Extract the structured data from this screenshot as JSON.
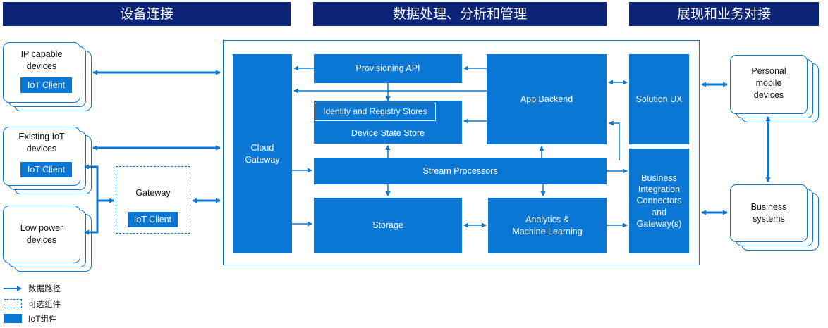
{
  "headers": {
    "device_connectivity": "设备连接",
    "data_processing": "数据处理、分析和管理",
    "presentation_business": "展现和业务对接"
  },
  "devices": {
    "ip_capable": "IP capable\ndevices",
    "existing_iot": "Existing IoT\ndevices",
    "low_power": "Low power\ndevices",
    "iot_client": "IoT Client"
  },
  "gateway": {
    "label": "Gateway",
    "iot_client": "IoT Client"
  },
  "core": {
    "cloud_gateway": "Cloud\nGateway",
    "provisioning_api": "Provisioning API",
    "identity_registry": "Identity and Registry Stores",
    "device_state_store": "Device State Store",
    "app_backend": "App Backend",
    "stream_processors": "Stream Processors",
    "storage": "Storage",
    "analytics_ml": "Analytics &\nMachine Learning"
  },
  "presentation": {
    "solution_ux": "Solution UX",
    "business_integration": "Business\nIntegration\nConnectors\nand\nGateway(s)"
  },
  "endpoints": {
    "personal_mobile": "Personal\nmobile\ndevices",
    "business_systems": "Business\nsystems"
  },
  "legend": {
    "data_path": "数据路径",
    "optional_component": "可选组件",
    "iot_component": "IoT组件"
  },
  "colors": {
    "header": "#0c2577",
    "block": "#0a77d4",
    "arrow": "#0a77d4"
  }
}
